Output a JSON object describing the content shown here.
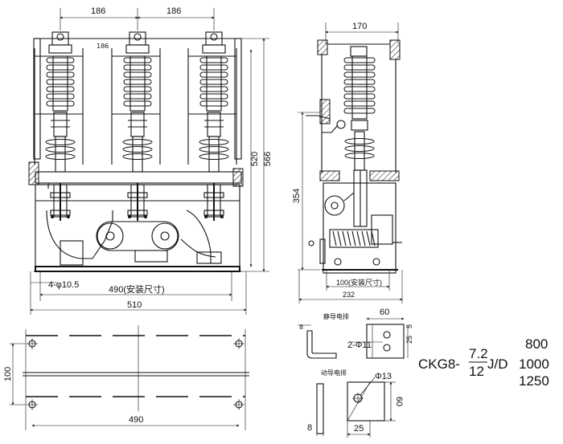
{
  "front_view": {
    "dims": {
      "pole_pitch_left": "186",
      "pole_pitch_right": "186",
      "faint_label": "186",
      "height_inner": "520",
      "height_outer": "566",
      "mount_holes": "4-φ10.5",
      "mount_width": "490(安装尺寸)",
      "overall_width": "510"
    }
  },
  "side_view": {
    "dims": {
      "depth_top": "170",
      "height": "354",
      "mount_depth": "100(安装尺寸)",
      "overall_depth": "232"
    }
  },
  "mounting_plan": {
    "dims": {
      "depth": "100",
      "width": "490"
    }
  },
  "static_busbar": {
    "title": "静导电排",
    "dims": {
      "width": "60",
      "thickness": "8",
      "hole_pitch": "25",
      "edge": "5",
      "holes": "2-Φ11"
    }
  },
  "moving_busbar": {
    "title": "动导电排",
    "dims": {
      "hole": "Φ13",
      "height": "60",
      "thickness": "8",
      "offset": "25"
    }
  },
  "model": {
    "prefix": "CKG8-",
    "voltage_top": "7.2",
    "voltage_bottom": "12",
    "suffix": "J/D",
    "currents": [
      "800",
      "1000",
      "1250"
    ]
  }
}
